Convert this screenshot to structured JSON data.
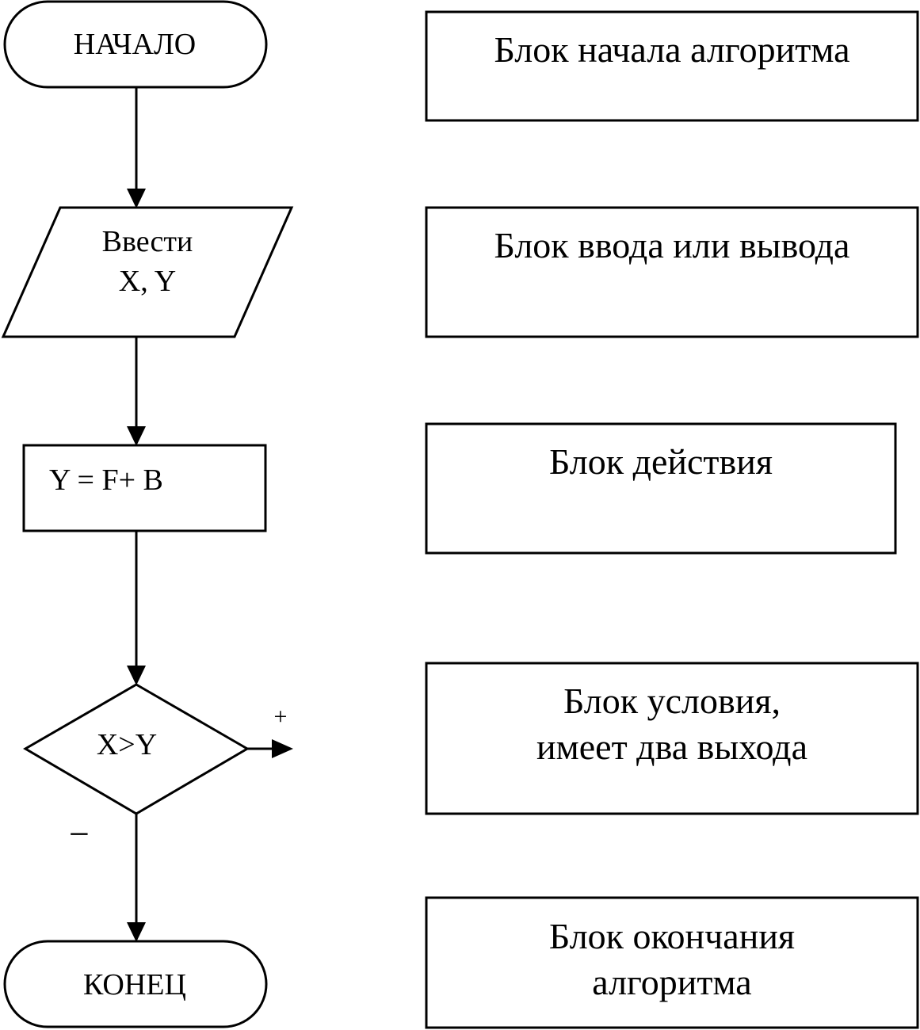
{
  "flowchart": {
    "start": {
      "label": "НАЧАЛО"
    },
    "input": {
      "lines": [
        "Ввести",
        "X, Y"
      ]
    },
    "process": {
      "label": "Y = F+ B"
    },
    "decision": {
      "label": "X>Y",
      "yes_sign": "+",
      "no_sign": "−"
    },
    "end": {
      "label": "КОНЕЦ"
    }
  },
  "legend": [
    {
      "lines": [
        "Блок начала алгоритма"
      ]
    },
    {
      "lines": [
        "Блок ввода  или вывода"
      ]
    },
    {
      "lines": [
        "Блок действия"
      ]
    },
    {
      "lines": [
        "Блок условия,",
        "имеет два выхода"
      ]
    },
    {
      "lines": [
        "Блок окончания",
        "алгоритма"
      ]
    }
  ]
}
